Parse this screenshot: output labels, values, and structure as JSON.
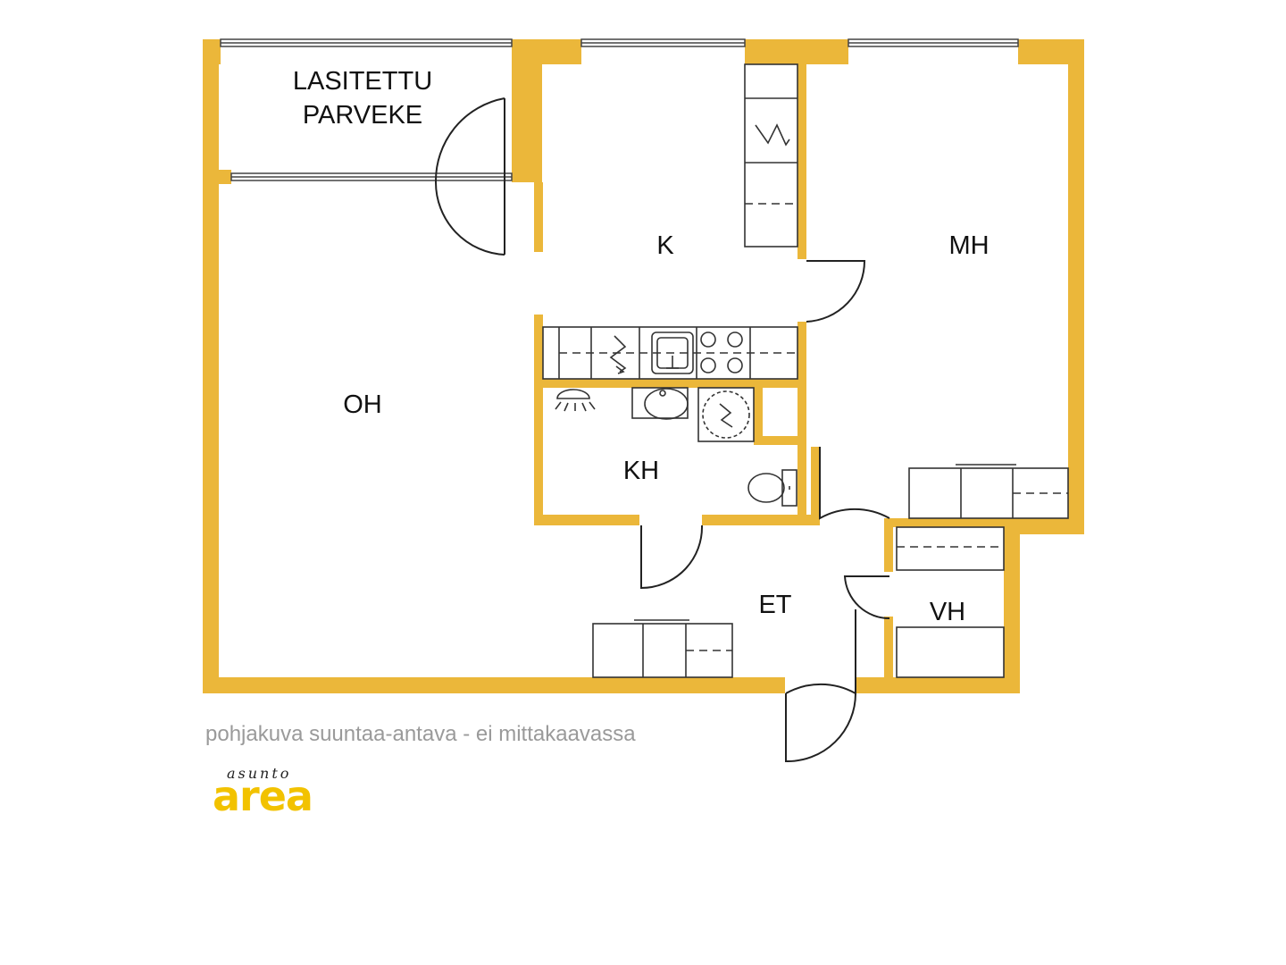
{
  "rooms": {
    "balcony_line1": "LASITETTU",
    "balcony_line2": "PARVEKE",
    "kitchen": "K",
    "bedroom": "MH",
    "living": "OH",
    "bathroom": "KH",
    "hall": "ET",
    "wardrobe": "VH"
  },
  "caption": "pohjakuva suuntaa-antava - ei mittakaavassa",
  "logo": {
    "small": "asunto",
    "big": "area"
  },
  "colors": {
    "wall": "#ebb73a",
    "line": "#222222",
    "caption": "#9a9a9a",
    "logo": "#f2c200"
  }
}
